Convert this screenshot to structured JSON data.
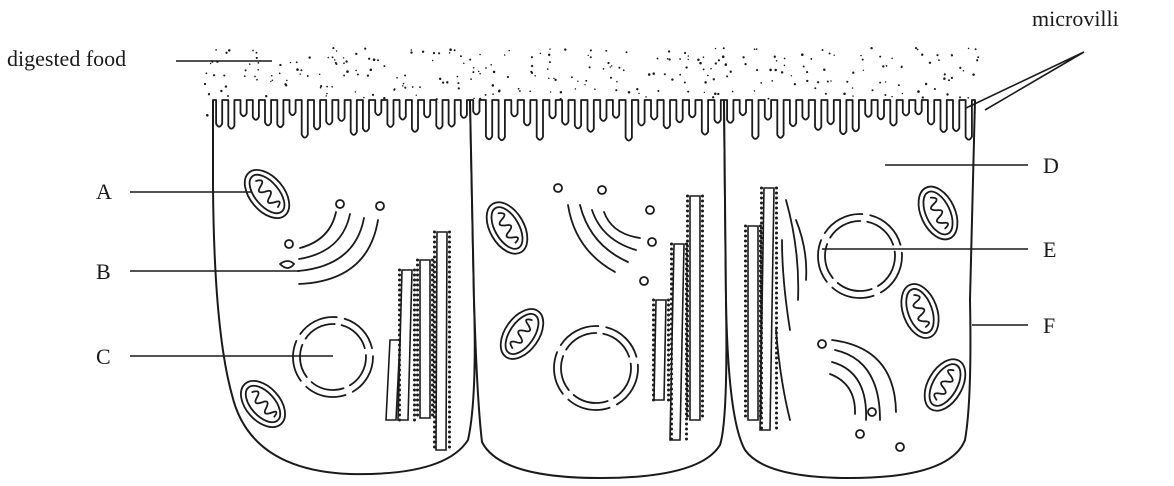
{
  "labels": {
    "digested_food": "digested food",
    "microvilli": "microvilli",
    "A": "A",
    "B": "B",
    "C": "C",
    "D": "D",
    "E": "E",
    "F": "F"
  }
}
